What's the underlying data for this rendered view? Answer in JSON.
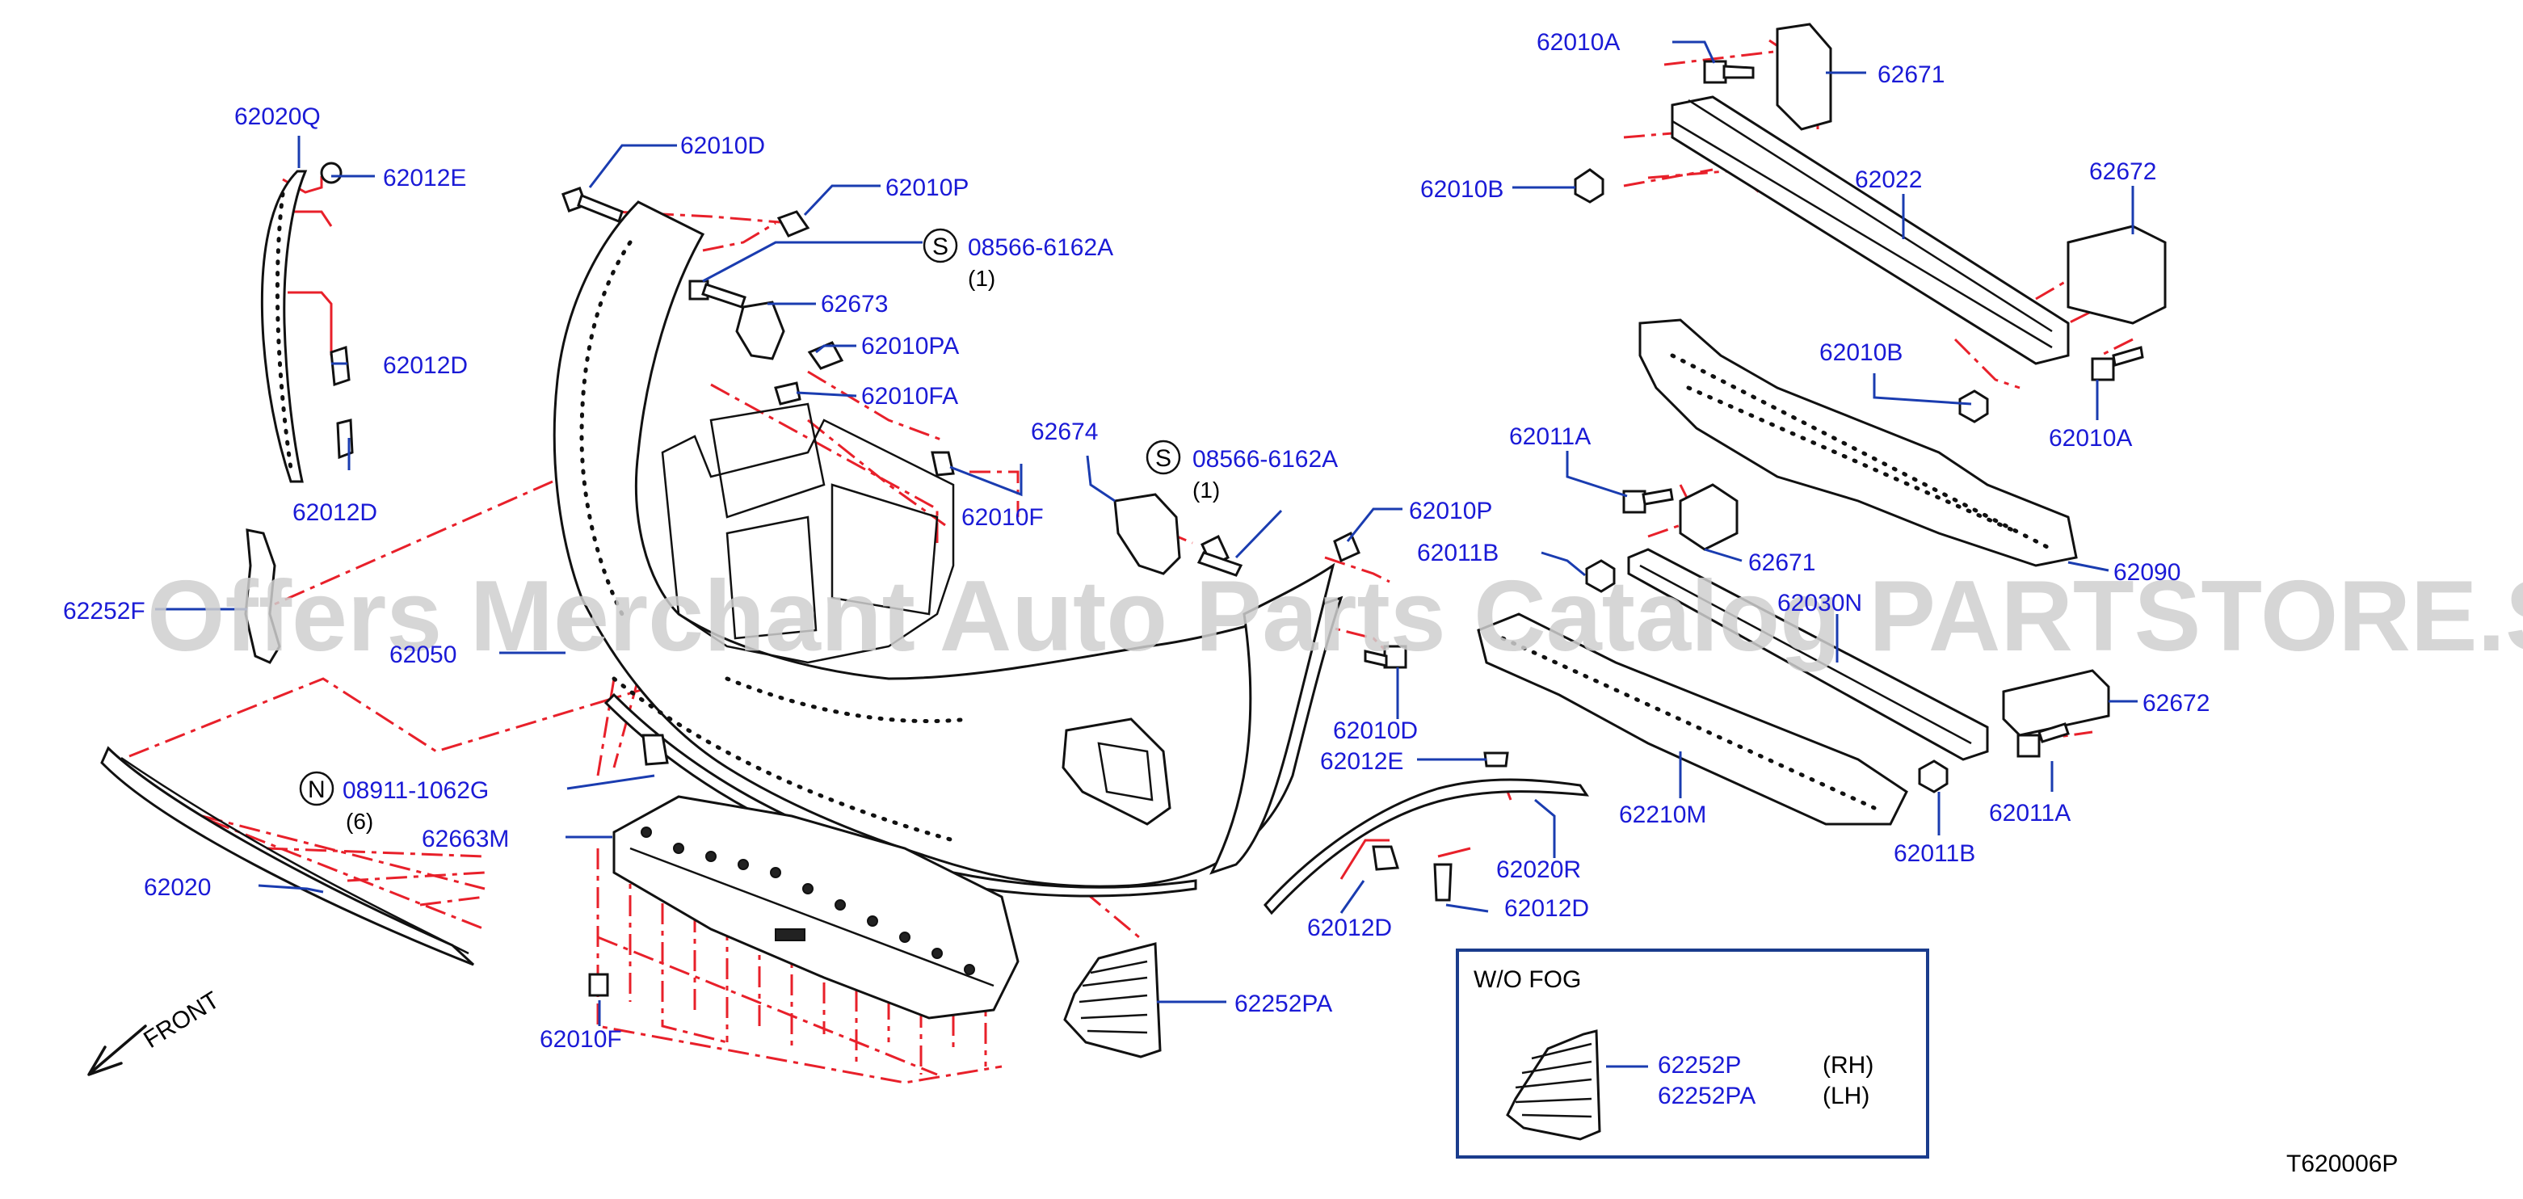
{
  "watermark": "Offers Merchant Auto Parts Catalog PARTSTORE.SA",
  "diagram_code": "T620006P",
  "front_label": "FRONT",
  "parts": {
    "p62020Q": "62020Q",
    "p62012E_a": "62012E",
    "p62012D_a": "62012D",
    "p62012D_b": "62012D",
    "p62252F": "62252F",
    "p62050": "62050",
    "p62010D_a": "62010D",
    "p62010P_a": "62010P",
    "p08566_a": "08566-6162A",
    "p62673": "62673",
    "p62010PA": "62010PA",
    "p62010FA": "62010FA",
    "p62674": "62674",
    "p08566_b": "08566-6162A",
    "p62010F_a": "62010F",
    "p62010P_b": "62010P",
    "p62010D_b": "62010D",
    "p62012E_b": "62012E",
    "p08911": "08911-1062G",
    "p62663M": "62663M",
    "p62020": "62020",
    "p62010F_b": "62010F",
    "p62252PA": "62252PA",
    "p62012D_c": "62012D",
    "p62012D_d": "62012D",
    "p62020R": "62020R",
    "p62010A_a": "62010A",
    "p62671_a": "62671",
    "p62010B_a": "62010B",
    "p62022": "62022",
    "p62672_a": "62672",
    "p62010B_b": "62010B",
    "p62010A_b": "62010A",
    "p62011A_a": "62011A",
    "p62671_b": "62671",
    "p62011B_a": "62011B",
    "p62090": "62090",
    "p62030N": "62030N",
    "p62672_b": "62672",
    "p62011A_b": "62011A",
    "p62011B_b": "62011B",
    "p62210M": "62210M"
  },
  "symbols": {
    "s_mark": "S",
    "n_mark": "N"
  },
  "quantities": {
    "q08566_a": "(1)",
    "q08566_b": "(1)",
    "q08911": "(6)"
  },
  "inset": {
    "title": "W/O   FOG",
    "part_rh": "62252P",
    "part_lh": "62252PA",
    "side_rh": "(RH)",
    "side_lh": "(LH)"
  },
  "colors": {
    "label": "#1a1ad6",
    "leader": "#1a3cb0",
    "assembly_line": "#e8202a",
    "inset_border": "#1a3c8c"
  }
}
